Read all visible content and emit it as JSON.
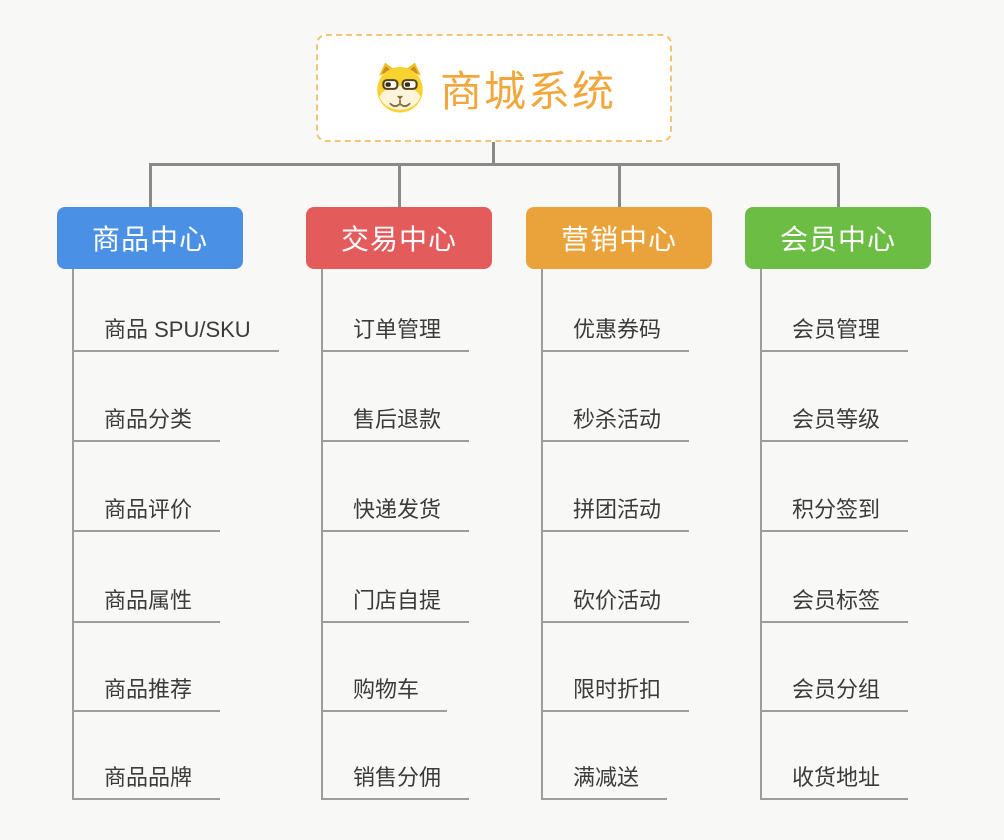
{
  "canvas": {
    "background": "#f8f8f7",
    "connector_color": "#8a8a8a",
    "leaf_line_color": "#9c9c9c",
    "leaf_text_color": "#3b3b3b"
  },
  "root": {
    "title": "商城系统",
    "icon": "dog-face-icon",
    "title_color": "#f2a73d",
    "border_color": "#f3c377",
    "background": "#ffffff"
  },
  "branches": [
    {
      "id": "product-center",
      "label": "商品中心",
      "color": "#4a90e4",
      "children": [
        "商品 SPU/SKU",
        "商品分类",
        "商品评价",
        "商品属性",
        "商品推荐",
        "商品品牌"
      ]
    },
    {
      "id": "trade-center",
      "label": "交易中心",
      "color": "#e45b5b",
      "children": [
        "订单管理",
        "售后退款",
        "快递发货",
        "门店自提",
        "购物车",
        "销售分佣"
      ]
    },
    {
      "id": "marketing-center",
      "label": "营销中心",
      "color": "#eaa33b",
      "children": [
        "优惠券码",
        "秒杀活动",
        "拼团活动",
        "砍价活动",
        "限时折扣",
        "满减送"
      ]
    },
    {
      "id": "member-center",
      "label": "会员中心",
      "color": "#6cbd44",
      "children": [
        "会员管理",
        "会员等级",
        "积分签到",
        "会员标签",
        "会员分组",
        "收货地址"
      ]
    }
  ]
}
